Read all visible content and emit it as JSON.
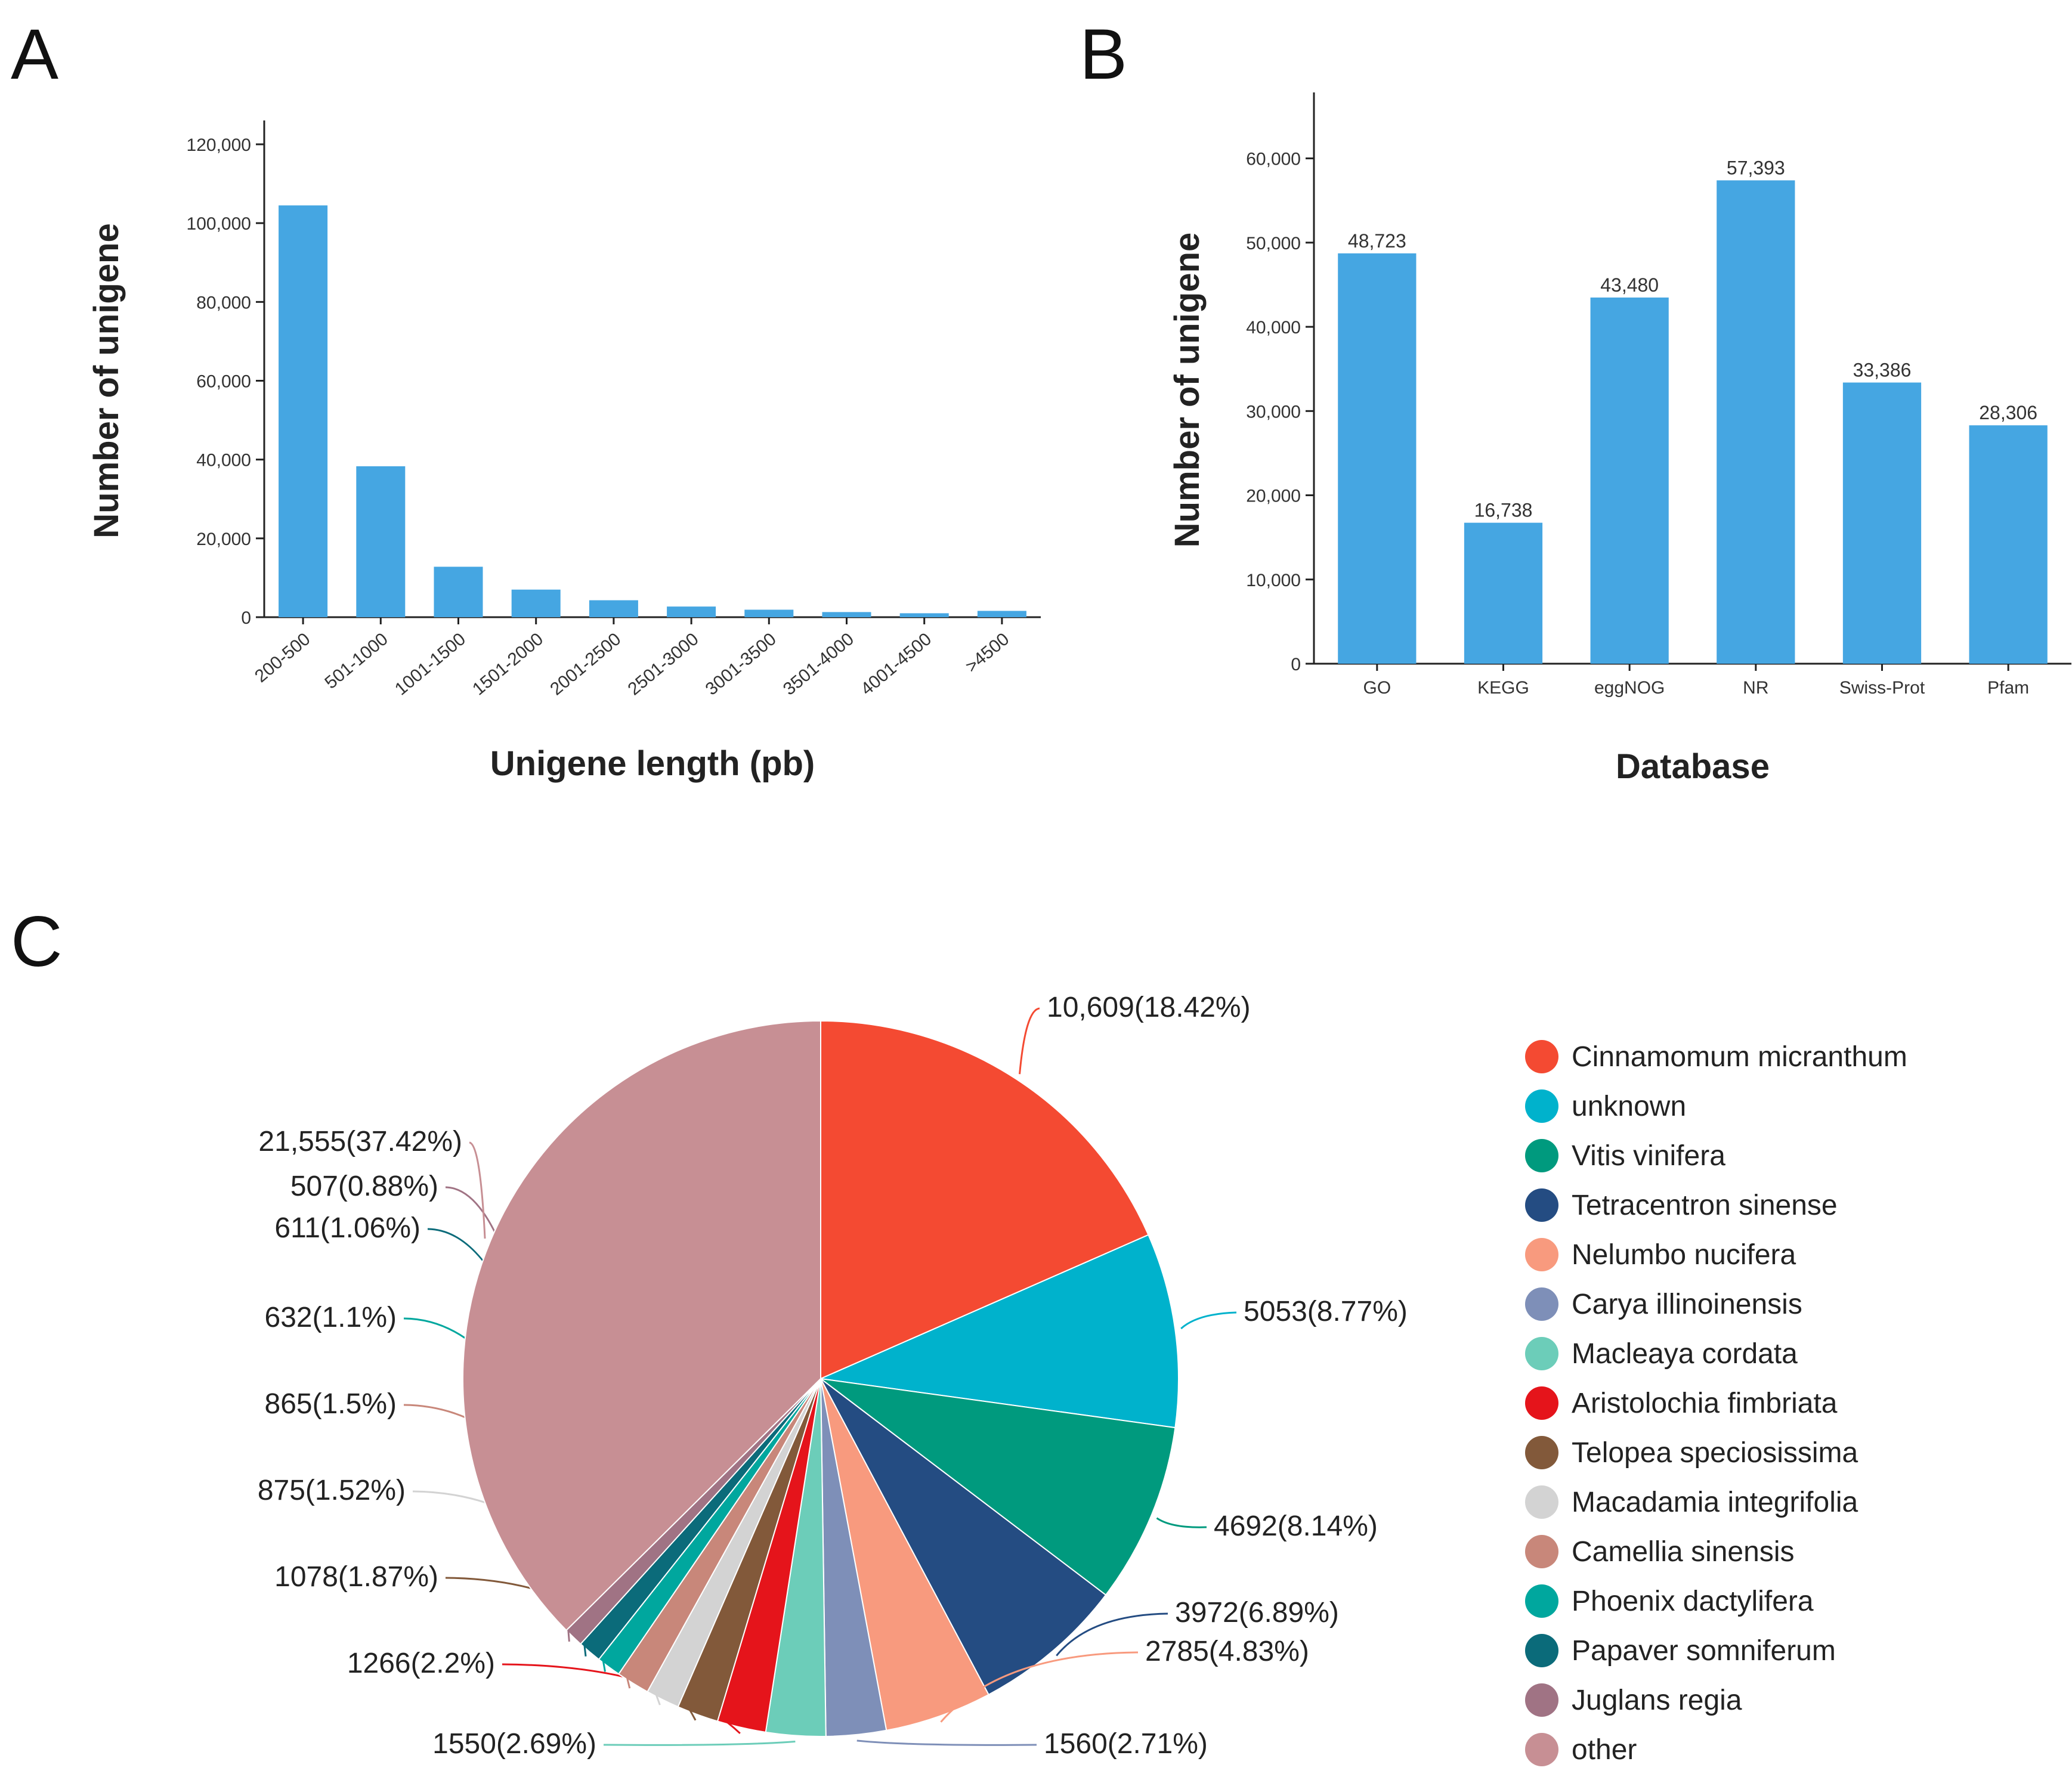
{
  "panels": {
    "a": "A",
    "b": "B",
    "c": "C"
  },
  "chart_data": [
    {
      "id": "A",
      "type": "bar",
      "categories": [
        "200-500",
        "501-1000",
        "1001-1500",
        "1501-2000",
        "2001-2500",
        "2501-3000",
        "3001-3500",
        "3501-4000",
        "4001-4500",
        ">4500"
      ],
      "values": [
        104500,
        38300,
        12800,
        7000,
        4300,
        2700,
        1900,
        1300,
        1000,
        1600
      ],
      "xlabel": "Unigene length (pb)",
      "ylabel": "Number of unigene",
      "ylim": [
        0,
        120000
      ],
      "yticks": [
        "0",
        "20,000",
        "40,000",
        "60,000",
        "80,000",
        "100,000",
        "120,000"
      ],
      "color": "#45A6E2"
    },
    {
      "id": "B",
      "type": "bar",
      "categories": [
        "GO",
        "KEGG",
        "eggNOG",
        "NR",
        "Swiss-Prot",
        "Pfam"
      ],
      "values": [
        48723,
        16738,
        43480,
        57393,
        33386,
        28306
      ],
      "data_labels": [
        "48,723",
        "16,738",
        "43,480",
        "57,393",
        "33,386",
        "28,306"
      ],
      "xlabel": "Database",
      "ylabel": "Number of unigene",
      "ylim": [
        0,
        65000
      ],
      "yticks": [
        "0",
        "10,000",
        "20,000",
        "30,000",
        "40,000",
        "50,000",
        "60,000"
      ],
      "color": "#45A6E2"
    },
    {
      "id": "C",
      "type": "pie",
      "slices": [
        {
          "name": "Cinnamomum micranthum",
          "value": 10609,
          "label": "10,609(18.42%)",
          "color": "#F44A32"
        },
        {
          "name": "unknown",
          "value": 5053,
          "label": "5053(8.77%)",
          "color": "#00B2CC"
        },
        {
          "name": "Vitis vinifera",
          "value": 4692,
          "label": "4692(8.14%)",
          "color": "#009A7E"
        },
        {
          "name": "Tetracentron sinense",
          "value": 3972,
          "label": "3972(6.89%)",
          "color": "#244C82"
        },
        {
          "name": "Nelumbo nucifera",
          "value": 2785,
          "label": "2785(4.83%)",
          "color": "#F89A7E"
        },
        {
          "name": "Carya illinoinensis",
          "value": 1560,
          "label": "1560(2.71%)",
          "color": "#7E8FB8"
        },
        {
          "name": "Macleaya cordata",
          "value": 1550,
          "label": "1550(2.69%)",
          "color": "#6CCDB9"
        },
        {
          "name": "Aristolochia fimbriata",
          "value": 1266,
          "label": "1266(2.2%)",
          "color": "#E5141B"
        },
        {
          "name": "Telopea speciosissima",
          "value": 1078,
          "label": "1078(1.87%)",
          "color": "#82593A"
        },
        {
          "name": "Macadamia integrifolia",
          "value": 875,
          "label": "875(1.52%)",
          "color": "#D3D3D3"
        },
        {
          "name": "Camellia sinensis",
          "value": 865,
          "label": "865(1.5%)",
          "color": "#C8877A"
        },
        {
          "name": "Phoenix dactylifera",
          "value": 632,
          "label": "632(1.1%)",
          "color": "#00A79E"
        },
        {
          "name": "Papaver somniferum",
          "value": 611,
          "label": "611(1.06%)",
          "color": "#0B6B7A"
        },
        {
          "name": "Juglans regia",
          "value": 507,
          "label": "507(0.88%)",
          "color": "#A07384"
        },
        {
          "name": "other",
          "value": 21555,
          "label": "21,555(37.42%)",
          "color": "#C78F94"
        }
      ],
      "legend_position": "right"
    }
  ]
}
